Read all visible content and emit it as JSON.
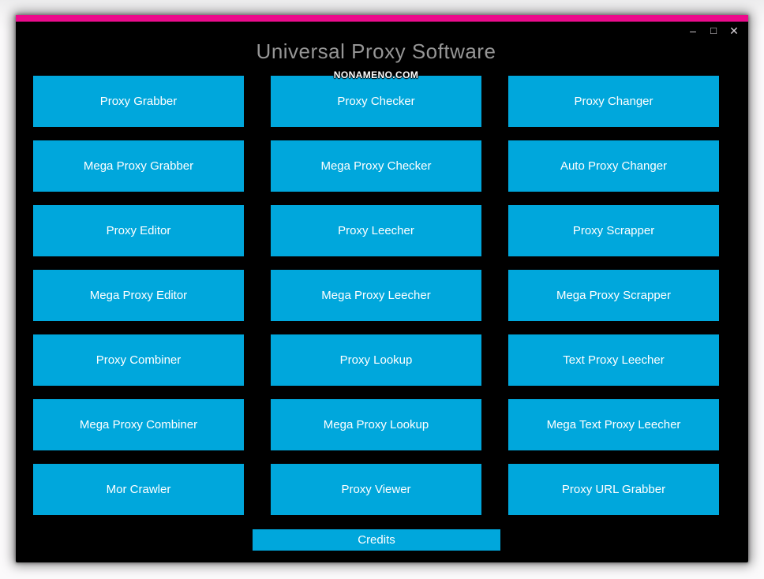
{
  "window": {
    "title": "Universal Proxy Software",
    "subtitle": "NONAMENO.COM",
    "controls": {
      "minimize": "–",
      "maximize": "□",
      "close": "✕"
    }
  },
  "grid": {
    "buttons": [
      "Proxy Grabber",
      "Proxy Checker",
      "Proxy Changer",
      "Mega Proxy Grabber",
      "Mega Proxy Checker",
      "Auto Proxy Changer",
      "Proxy Editor",
      "Proxy Leecher",
      "Proxy Scrapper",
      "Mega Proxy Editor",
      "Mega Proxy Leecher",
      "Mega Proxy Scrapper",
      "Proxy Combiner",
      "Proxy Lookup",
      "Text Proxy Leecher",
      "Mega Proxy Combiner",
      "Mega Proxy Lookup",
      "Mega Text Proxy Leecher",
      "Mor Crawler",
      "Proxy Viewer",
      "Proxy URL Grabber"
    ]
  },
  "footer": {
    "credits": "Credits"
  },
  "colors": {
    "button_blue": "#00a7dc",
    "titlebar_magenta": "#ec0b8c",
    "window_background": "#000000",
    "title_gray": "#969696",
    "button_text": "#ffffff"
  }
}
